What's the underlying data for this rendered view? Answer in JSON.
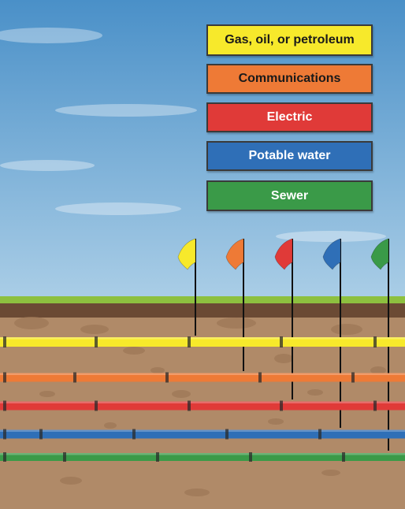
{
  "legend": [
    {
      "key": "gas",
      "label": "Gas, oil, or petroleum",
      "color": "#F7E92B",
      "text_color": "#1a1a1a"
    },
    {
      "key": "communications",
      "label": "Communications",
      "color": "#EE7A36",
      "text_color": "#1a1a1a"
    },
    {
      "key": "electric",
      "label": "Electric",
      "color": "#E03A38",
      "text_color": "#ffffff"
    },
    {
      "key": "water",
      "label": "Potable water",
      "color": "#2F6FB7",
      "text_color": "#ffffff"
    },
    {
      "key": "sewer",
      "label": "Sewer",
      "color": "#3A9A48",
      "text_color": "#ffffff"
    }
  ],
  "flag_order": [
    "gas",
    "communications",
    "electric",
    "water",
    "sewer"
  ],
  "colors": {
    "sky_top": "#4A90C8",
    "sky_bottom": "#A9CDE6",
    "grass": "#8DC03F",
    "topsoil": "#6B4A34",
    "soil": "#B08A68",
    "pebble": "#9C7655"
  }
}
